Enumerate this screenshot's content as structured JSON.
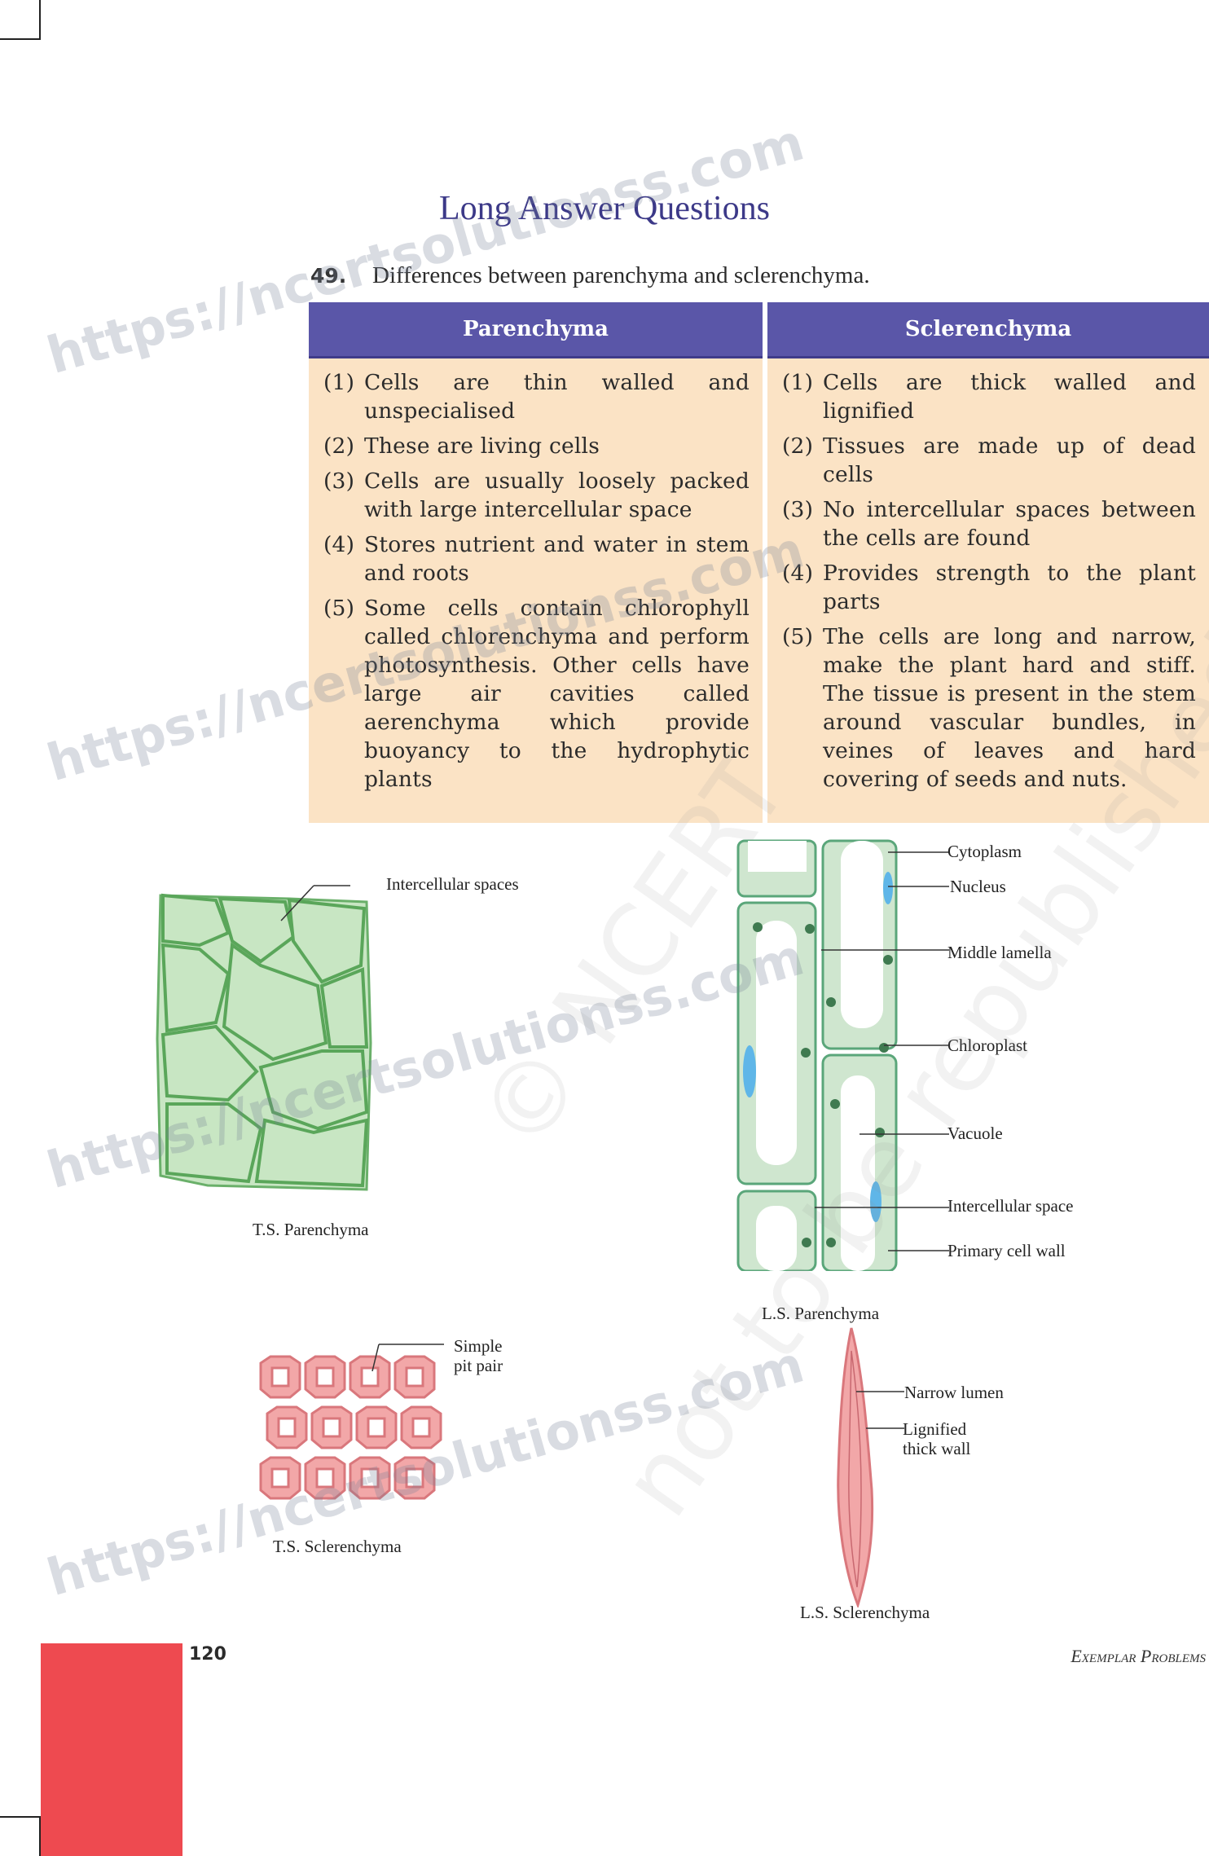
{
  "heading": "Long Answer Questions",
  "question": {
    "number": "49.",
    "text": "Differences between parenchyma and sclerenchyma."
  },
  "table": {
    "colors": {
      "header": "#5a56a8",
      "body": "#fbe3c5"
    },
    "columns": [
      {
        "header": "Parenchyma",
        "items": [
          {
            "n": "(1)",
            "text": "Cells are thin walled and unspecialised"
          },
          {
            "n": "(2)",
            "text": "These are living cells"
          },
          {
            "n": "(3)",
            "text": "Cells are usually loosely packed with large intercellular space"
          },
          {
            "n": "(4)",
            "text": "Stores nutrient and water in stem and roots"
          },
          {
            "n": "(5)",
            "text": "Some cells contain chlorophyll called chlorenchyma and perform photosynthesis. Other cells have large air cavities called aerenchyma which provide buoyancy to the hydrophytic plants"
          }
        ]
      },
      {
        "header": "Sclerenchyma",
        "items": [
          {
            "n": "(1)",
            "text": "Cells are thick walled and lignified"
          },
          {
            "n": "(2)",
            "text": "Tissues are made up of dead cells"
          },
          {
            "n": "(3)",
            "text": "No intercellular spaces between the cells are found"
          },
          {
            "n": "(4)",
            "text": "Provides strength to the plant parts"
          },
          {
            "n": "(5)",
            "text": "The cells are long and narrow, make the plant hard and stiff. The tissue is present in the stem around vascular bundles, in veines of leaves and hard covering of seeds and nuts."
          }
        ]
      }
    ]
  },
  "figures": {
    "ts_parenchyma": {
      "caption": "T.S. Parenchyma",
      "labels": [
        "Intercellular spaces"
      ]
    },
    "ls_parenchyma": {
      "caption": "L.S. Parenchyma",
      "labels": [
        "Cytoplasm",
        "Nucleus",
        "Middle lamella",
        "Chloroplast",
        "Vacuole",
        "Intercellular space",
        "Primary cell wall"
      ]
    },
    "ts_sclerenchyma": {
      "caption": "T.S. Sclerenchyma",
      "labels": [
        "Simple",
        "pit pair"
      ]
    },
    "ls_sclerenchyma": {
      "caption": "L.S. Sclerenchyma",
      "labels": [
        "Narrow lumen",
        "Lignified",
        "thick wall"
      ]
    }
  },
  "watermarks": [
    "https://ncertsolutionss.com",
    "© NCERT",
    "not to be republished"
  ],
  "footer": {
    "page_number": "120",
    "book_title": "Exemplar Problems",
    "accent": "#ee4a50"
  }
}
